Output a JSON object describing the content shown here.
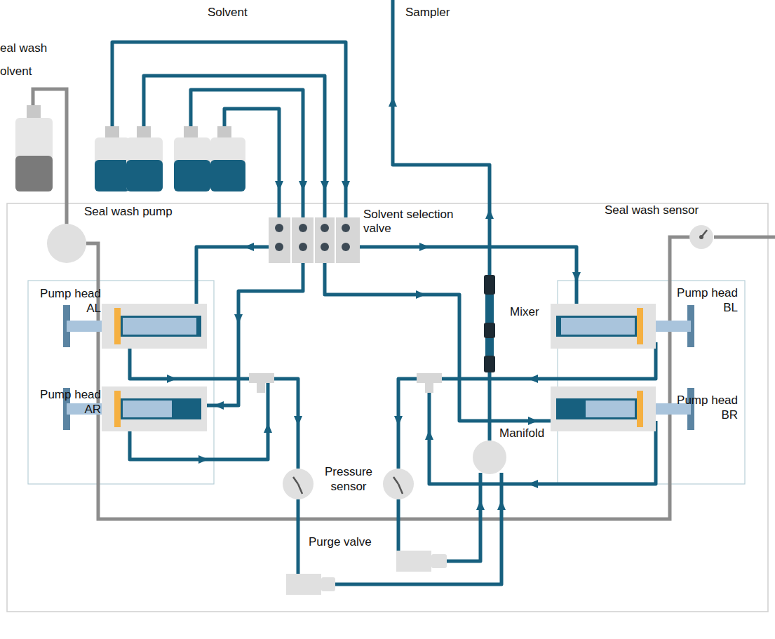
{
  "diagram": {
    "labels": [
      "eal wash olvent",
      "Solvent",
      "Sampler",
      "Seal wash pump",
      "Solvent selection valve",
      "Seal wash sensor",
      "Pump head AL",
      "Pump head AR",
      "Mixer",
      "Pump head BL",
      "Pump head BR",
      "Manifold",
      "Pressure sensor",
      "Purge valve"
    ]
  }
}
